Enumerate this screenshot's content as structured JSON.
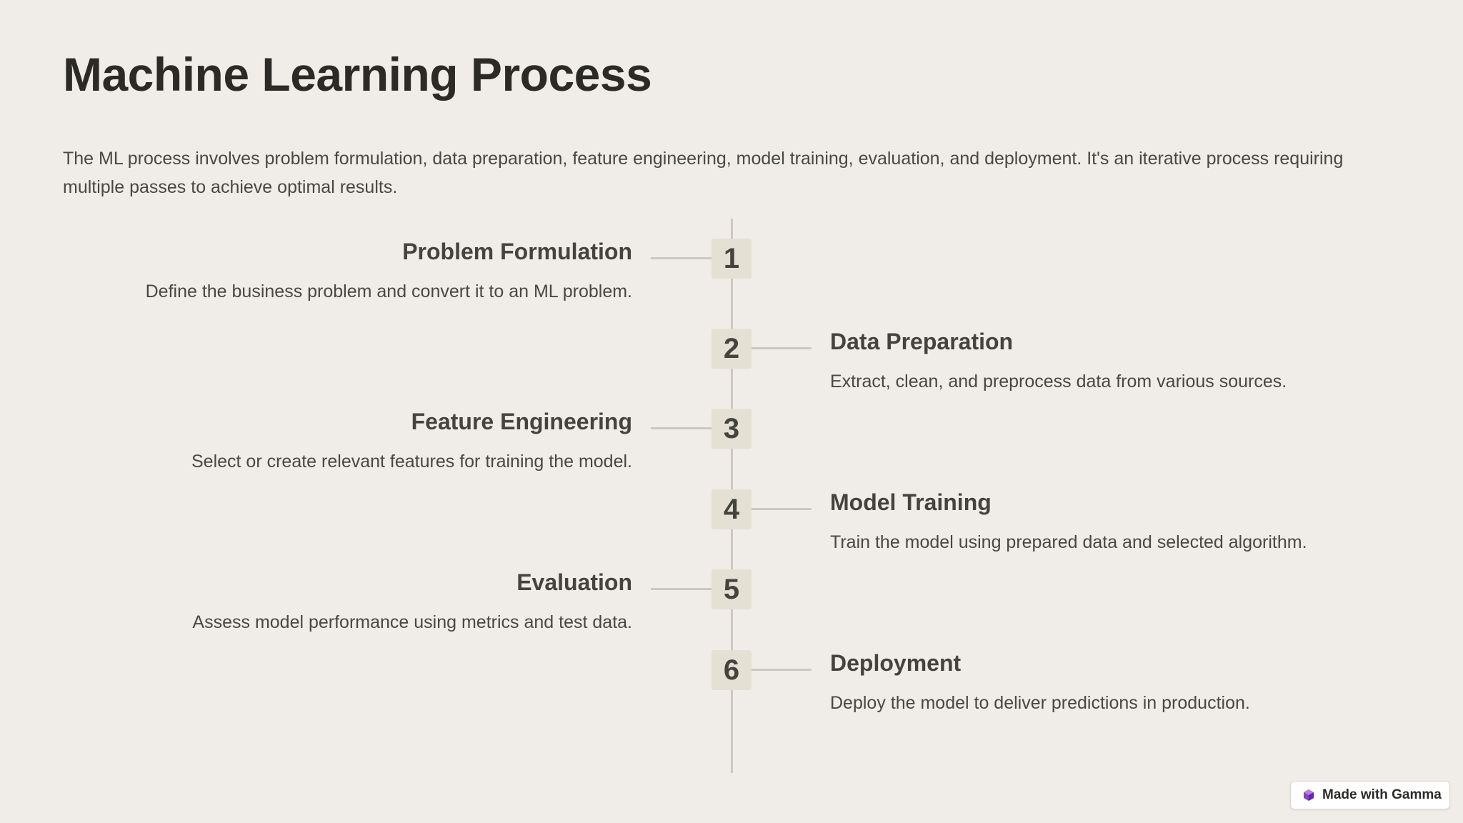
{
  "title": "Machine Learning Process",
  "intro": "The ML process involves problem formulation, data preparation, feature engineering, model training, evaluation, and deployment. It's an iterative process requiring multiple passes to achieve optimal results.",
  "steps": [
    {
      "number": "1",
      "title": "Problem Formulation",
      "description": "Define the business problem and convert it to an ML problem."
    },
    {
      "number": "2",
      "title": "Data Preparation",
      "description": "Extract, clean, and preprocess data from various sources."
    },
    {
      "number": "3",
      "title": "Feature Engineering",
      "description": "Select or create relevant features for training the model."
    },
    {
      "number": "4",
      "title": "Model Training",
      "description": "Train the model using prepared data and selected algorithm."
    },
    {
      "number": "5",
      "title": "Evaluation",
      "description": "Assess model performance using metrics and test data."
    },
    {
      "number": "6",
      "title": "Deployment",
      "description": "Deploy the model to deliver predictions in production."
    }
  ],
  "badge": {
    "label": "Made with Gamma",
    "icon": "gamma-logo-icon"
  },
  "colors": {
    "background": "#f0ede8",
    "number_box": "#e5e0d4",
    "line": "#ccc8c0",
    "title_text": "#2b2a27",
    "body_text": "#4a4742",
    "logo_accent": "#8a3ec9"
  }
}
